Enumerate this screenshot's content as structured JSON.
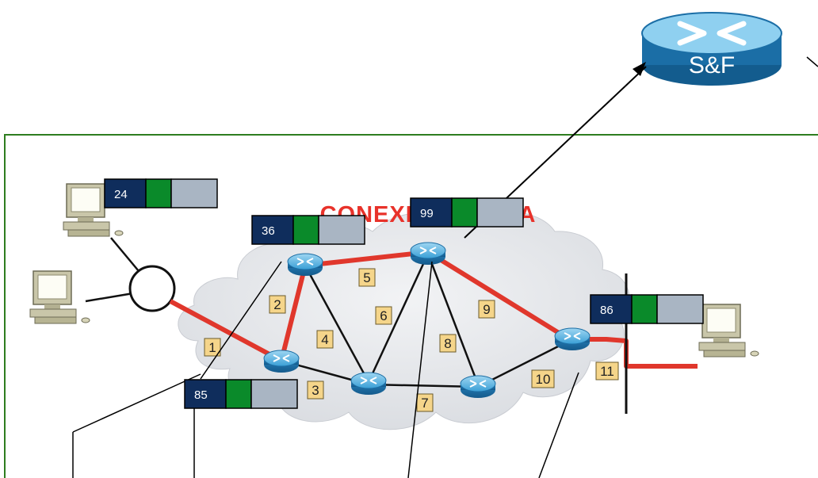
{
  "diagram": {
    "title": "CONEXIÓN FÍSICA",
    "sf_router_label": "S&F",
    "link_labels": [
      "1",
      "2",
      "3",
      "4",
      "5",
      "6",
      "7",
      "8",
      "9",
      "10",
      "11"
    ],
    "packets": [
      {
        "id": "pkt-24",
        "number": "24"
      },
      {
        "id": "pkt-36",
        "number": "36"
      },
      {
        "id": "pkt-99",
        "number": "99"
      },
      {
        "id": "pkt-86",
        "number": "86"
      },
      {
        "id": "pkt-85",
        "number": "85"
      }
    ],
    "colors": {
      "frame": "#2e7d1f",
      "path": "#e0372c",
      "packet_header": "#0f2d5c",
      "packet_green": "#0a8a2a",
      "packet_body": "#a9b5c3",
      "link_label_bg": "#f5d58a",
      "router": "#2a8ec8",
      "cloud": "#e6e8ec"
    }
  }
}
